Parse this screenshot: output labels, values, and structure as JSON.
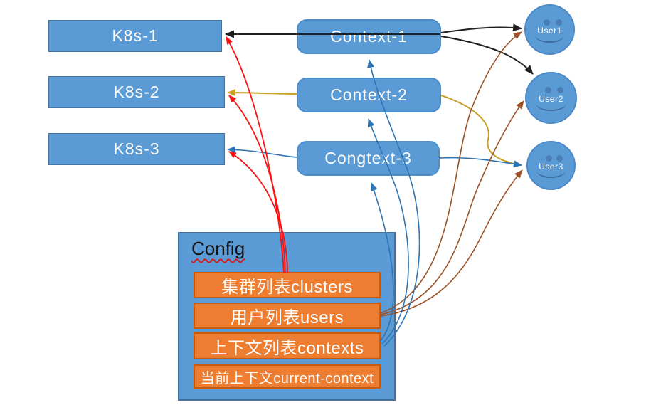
{
  "diagram": {
    "clusters": [
      {
        "label": "K8s-1"
      },
      {
        "label": "K8s-2"
      },
      {
        "label": "K8s-3"
      }
    ],
    "contexts": [
      {
        "label": "Context-1"
      },
      {
        "label": "Context-2"
      },
      {
        "label": "Congtext-3"
      }
    ],
    "users": [
      {
        "label": "User1"
      },
      {
        "label": "User2"
      },
      {
        "label": "User3"
      }
    ],
    "config": {
      "title": "Config",
      "items": [
        {
          "label": "集群列表clusters"
        },
        {
          "label": "用户列表users"
        },
        {
          "label": "上下文列表contexts"
        },
        {
          "label": "当前上下文current-context"
        }
      ]
    },
    "edges": [
      {
        "from": "Context-1",
        "to": "K8s-1",
        "color": "black"
      },
      {
        "from": "Context-1",
        "to": "User1",
        "color": "black"
      },
      {
        "from": "Context-1",
        "to": "User2",
        "color": "black"
      },
      {
        "from": "Context-2",
        "to": "K8s-2",
        "color": "gold"
      },
      {
        "from": "Context-2",
        "to": "User3",
        "color": "gold"
      },
      {
        "from": "Congtext-3",
        "to": "K8s-3",
        "color": "blue"
      },
      {
        "from": "Congtext-3",
        "to": "User3",
        "color": "blue"
      },
      {
        "from": "集群列表clusters",
        "to": "K8s-1",
        "color": "red"
      },
      {
        "from": "集群列表clusters",
        "to": "K8s-2",
        "color": "red"
      },
      {
        "from": "集群列表clusters",
        "to": "K8s-3",
        "color": "red"
      },
      {
        "from": "用户列表users",
        "to": "User1",
        "color": "brown"
      },
      {
        "from": "用户列表users",
        "to": "User2",
        "color": "brown"
      },
      {
        "from": "用户列表users",
        "to": "User3",
        "color": "brown"
      },
      {
        "from": "上下文列表contexts",
        "to": "Context-1",
        "color": "blue"
      },
      {
        "from": "上下文列表contexts",
        "to": "Context-2",
        "color": "blue"
      },
      {
        "from": "上下文列表contexts",
        "to": "Congtext-3",
        "color": "blue"
      }
    ],
    "colors": {
      "node-blue": "#5B9BD5",
      "node-border": "#41719C",
      "orange": "#ED7D31",
      "orange-border": "#C55A11",
      "arrow-black": "#1f1f1f",
      "arrow-red": "#FF1111",
      "arrow-gold": "#C8A028",
      "arrow-blue": "#2E75B6",
      "arrow-brown": "#9C5226"
    }
  }
}
